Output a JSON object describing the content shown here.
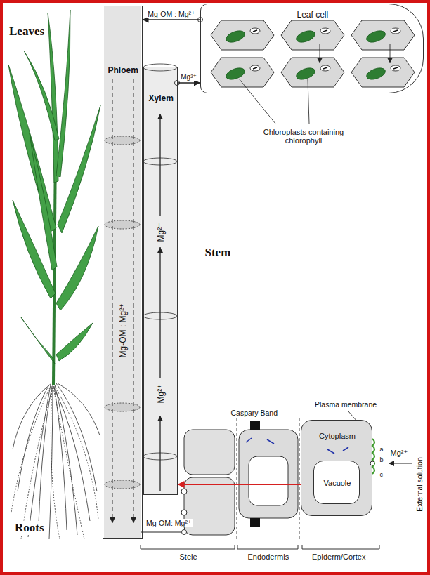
{
  "diagram": {
    "nodes": [
      {
        "text": [
          "Leaf cell"
        ]
      },
      {
        "text": [
          "Phloem",
          "Mg-OM : Mg²⁺"
        ]
      },
      {
        "text": [
          "Xylem",
          "Mg²⁺",
          "Mg²⁺"
        ]
      },
      {
        "text": [
          "Cytoplasm"
        ]
      },
      {
        "text": [
          "Vacuole"
        ],
        "in": 3
      }
    ],
    "edges": [
      {
        "from": 0,
        "to": 1,
        "arrow": "to",
        "label": "Mg-OM : Mg²⁺"
      },
      {
        "from": 2,
        "to": 0,
        "arrow": "to",
        "label": "Mg²⁺"
      },
      {
        "from": 3,
        "to": 2,
        "arrow": "to"
      }
    ],
    "labels": [
      "Leaves",
      "Roots",
      "Stem",
      "Chloroplasts containing chlorophyll",
      "Caspary Band",
      "Plasma membrane",
      "a",
      "b",
      "c",
      "Mg²⁺",
      "External solution",
      "Mg-OM: Mg²⁺",
      "Stele",
      "Endodermis",
      "Epiderm/Cortex"
    ]
  }
}
